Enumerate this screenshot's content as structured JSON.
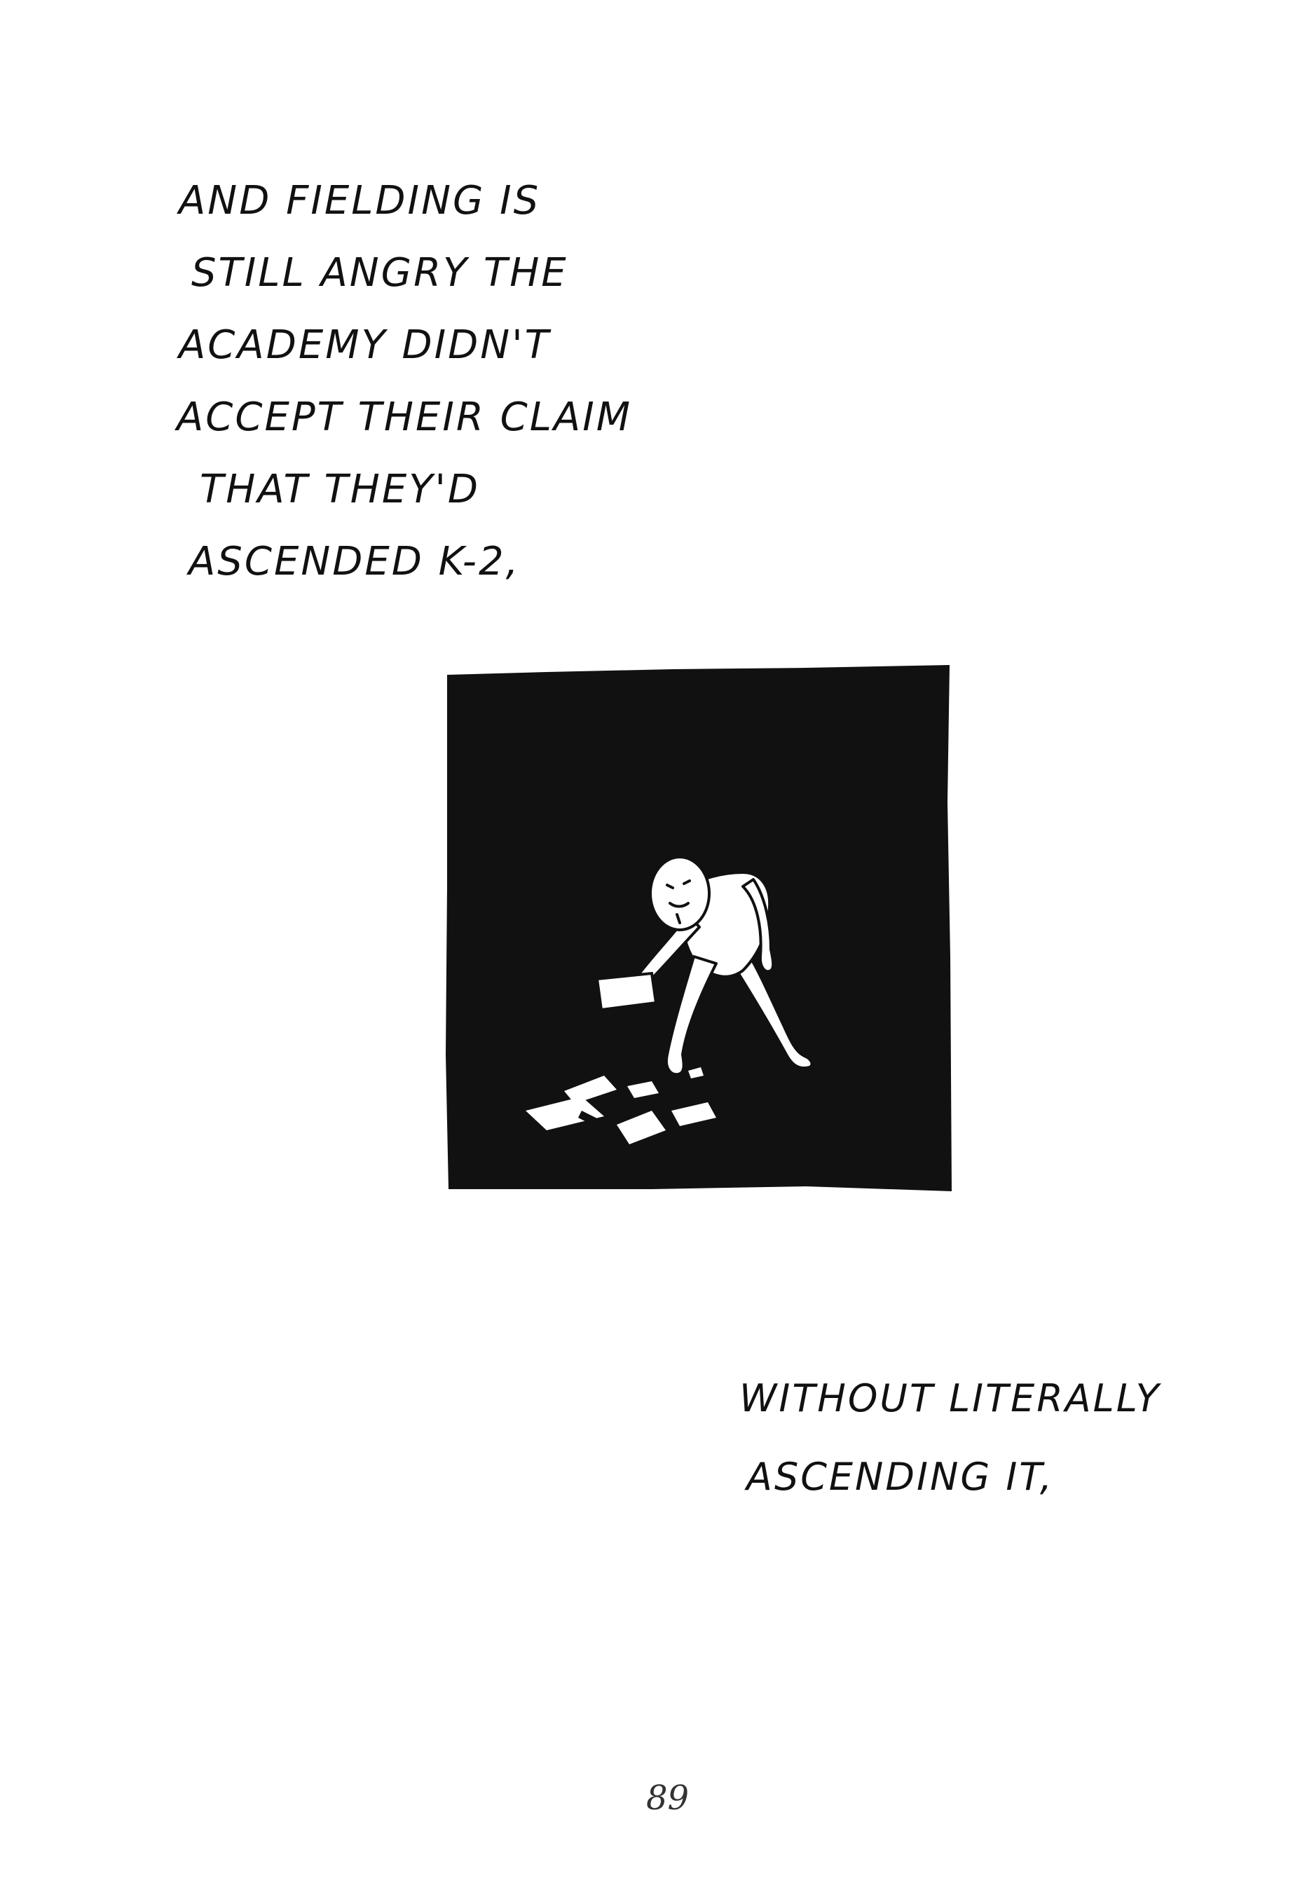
{
  "page": {
    "caption_top": [
      "AND FIELDING IS",
      "STILL ANGRY THE",
      "ACADEMY DIDN'T",
      "ACCEPT THEIR CLAIM",
      "THAT THEY'D",
      "ASCENDED K-2,"
    ],
    "caption_bottom": [
      "WITHOUT LITERALLY",
      "ASCENDING IT,"
    ],
    "page_number": "89"
  },
  "colors": {
    "ink": "#111111",
    "paper": "#ffffff"
  }
}
